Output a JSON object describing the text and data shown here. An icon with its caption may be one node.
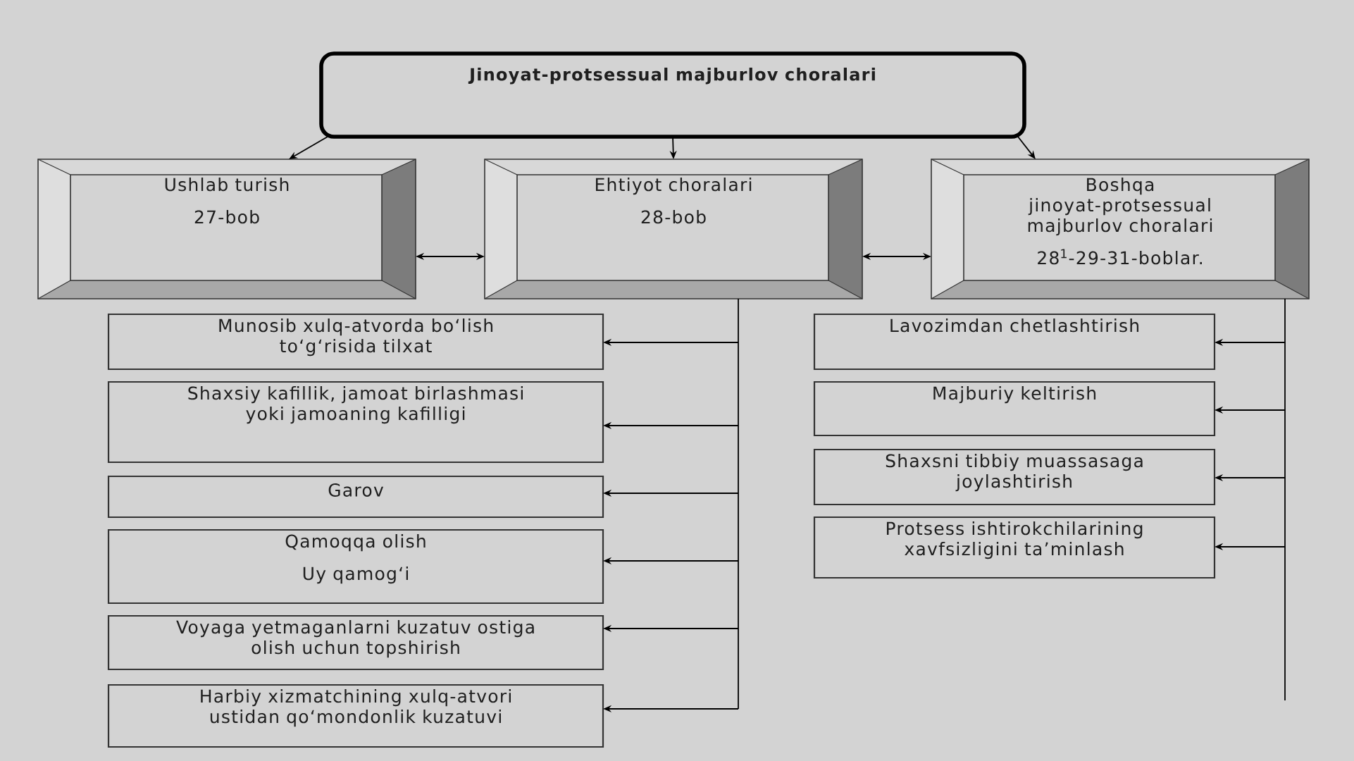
{
  "diagram": {
    "nodes": [
      {
        "text": [
          "Jinoyat-protsessual majburlov choralari"
        ]
      },
      {
        "text": [
          "Ushlab turish",
          "27-bob"
        ]
      },
      {
        "text": [
          "Ehtiyot choralari",
          "28-bob"
        ]
      },
      {
        "text": [
          "Boshqa jinoyat-protsessual majburlov choralari",
          "28$^{1}$-29-31-boblar."
        ]
      },
      {
        "text": [
          "Munosib xulq-atvorda bo‘lish to‘g‘risida tilxat"
        ]
      },
      {
        "text": [
          "Shaxsiy kafillik, jamoat birlashmasi yoki jamoaning kafilligi"
        ]
      },
      {
        "text": [
          "Garov"
        ]
      },
      {
        "text": [
          "Qamoqqa olish",
          "Uy qamog‘i"
        ]
      },
      {
        "text": [
          "Voyaga yetmaganlarni kuzatuv ostiga olish uchun topshirish"
        ]
      },
      {
        "text": [
          "Harbiy xizmatchining xulq-atvori ustidan qo‘mondonlik kuzatuvi"
        ]
      },
      {
        "text": [
          "Lavozimdan chetlashtirish"
        ]
      },
      {
        "text": [
          "Majburiy keltirish"
        ]
      },
      {
        "text": [
          "Shaxsni tibbiy muassasaga joylashtirish"
        ]
      },
      {
        "text": [
          "Protsess ishtirokchilarining xavfsizligini ta’minlash"
        ]
      }
    ],
    "edges": [
      {
        "from": 0,
        "to": 1,
        "arrow": "to"
      },
      {
        "from": 0,
        "to": 2,
        "arrow": "to"
      },
      {
        "from": 0,
        "to": 3,
        "arrow": "to"
      },
      {
        "from": 1,
        "to": 2,
        "arrow": "both"
      },
      {
        "from": 2,
        "to": 3,
        "arrow": "both"
      },
      {
        "from": 2,
        "to": 4,
        "arrow": "to"
      },
      {
        "from": 2,
        "to": 5,
        "arrow": "to"
      },
      {
        "from": 2,
        "to": 6,
        "arrow": "to"
      },
      {
        "from": 2,
        "to": 7,
        "arrow": "to"
      },
      {
        "from": 2,
        "to": 8,
        "arrow": "to"
      },
      {
        "from": 2,
        "to": 9,
        "arrow": "to"
      },
      {
        "from": 3,
        "to": 10,
        "arrow": "to"
      },
      {
        "from": 3,
        "to": 11,
        "arrow": "to"
      },
      {
        "from": 3,
        "to": 12,
        "arrow": "to"
      },
      {
        "from": 3,
        "to": 13,
        "arrow": "to"
      }
    ]
  }
}
